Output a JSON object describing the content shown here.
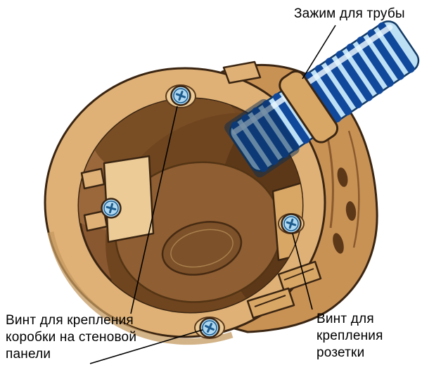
{
  "labels": {
    "pipe_clamp": "Зажим для трубы",
    "box_mount_screw": "Винт для крепления коробки на стеновой панели",
    "socket_mount_screw": "Винт для крепления розетки"
  },
  "colors": {
    "background": "#ffffff",
    "label-text": "#000000",
    "leader": "#000000",
    "outline": "#3a2512",
    "rim-tan": "#dfb176",
    "wall-tan": "#c99255",
    "panel-light": "#eccb96",
    "bracket-tan": "#d9a765",
    "cavity": "#8a5830",
    "cavity-dark": "#6f451f",
    "cavity-darkest": "#5c3818",
    "cavity-light": "#9a683b",
    "floor": "#8f5e33",
    "recess": "#7d5129",
    "pipe-light": "#bee0f5",
    "pipe-dark": "#10489c",
    "pipe-shadow": "#0a2c52",
    "screw-fill": "#afd8f0",
    "screw-stroke": "#1e5c8e"
  }
}
